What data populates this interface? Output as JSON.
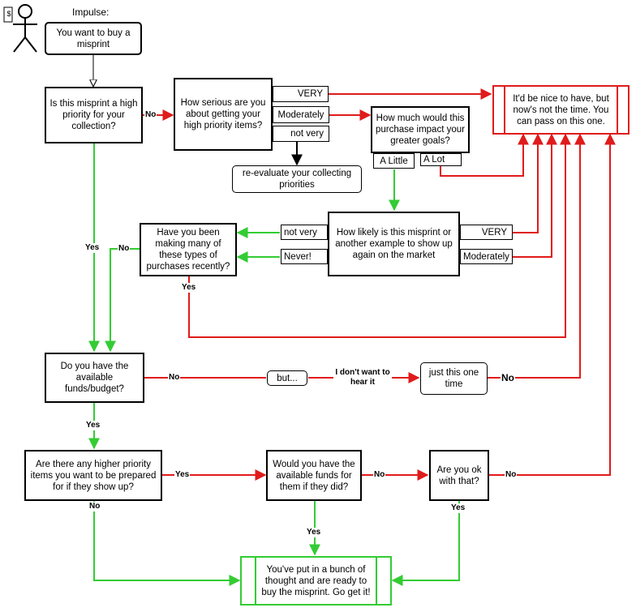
{
  "colors": {
    "red": "#e01b1b",
    "green": "#33cc33",
    "black": "#000000"
  },
  "icons": {
    "actor": "stick-figure-icon",
    "money": "dollar-note-icon"
  },
  "actor": {
    "money_sign": "$"
  },
  "impulse_label": "Impulse:",
  "nodes": {
    "start": "You want to buy a misprint",
    "high_priority": "Is this misprint a high priority for your collection?",
    "serious": "How serious are you about getting your high priority items?",
    "reevaluate": "re-evaluate your collecting priorities",
    "impact": "How much would this purchase impact your greater goals?",
    "likely": "How likely is this misprint or another example to show up again on the market",
    "many_purchases": "Have you been making many of these types of purchases recently?",
    "funds": "Do you have the available funds/budget?",
    "but": "but...",
    "one_time": "just this one time",
    "higher_items": "Are there any higher priority items you want to be prepared for if they show up?",
    "funds_for_them": "Would you have the available funds for them if they did?",
    "ok_with": "Are you ok with that?",
    "pass": "It'd be nice to have, but now's not the time.  You can pass on this one.",
    "buy": "You've put in a bunch of thought and are ready to buy the misprint.  Go get it!"
  },
  "options": {
    "serious_very": "VERY",
    "serious_moderately": "Moderately",
    "serious_not_very": "not very",
    "impact_little": "A Little",
    "impact_lot": "A Lot",
    "likely_not_very": "not very",
    "likely_never": "Never!",
    "likely_very": "VERY",
    "likely_moderately": "Moderately"
  },
  "labels": {
    "no_1": "No",
    "yes_1": "Yes",
    "no_2": "No",
    "yes_2": "Yes",
    "no_3": "No",
    "dont_want": "I don't want to hear it",
    "no_4": "No",
    "yes_3": "Yes",
    "yes_4": "Yes",
    "no_5": "No",
    "no_6": "No",
    "no_7": "No",
    "yes_5": "Yes",
    "yes_6": "Yes"
  }
}
